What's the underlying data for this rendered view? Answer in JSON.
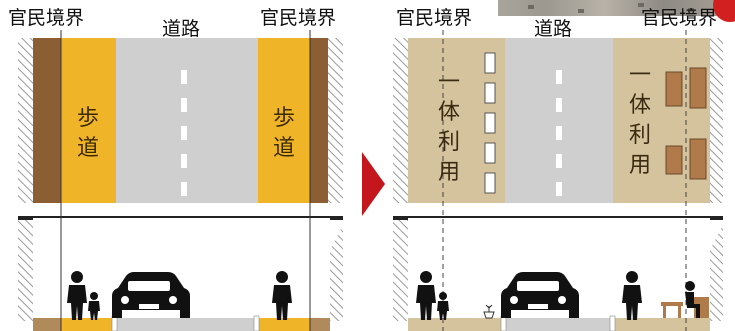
{
  "left_panel": {
    "boundary_label_left": "官民境界",
    "road_label": "道路",
    "boundary_label_right": "官民境界",
    "sidewalk_left": "歩道",
    "sidewalk_right": "歩道"
  },
  "right_panel": {
    "boundary_label_left": "官民境界",
    "road_label": "道路",
    "boundary_label_right": "官民境界",
    "integrated_left": "一体利用",
    "integrated_right": "一体利用"
  },
  "colors": {
    "sidewalk_yellow": "#f0b429",
    "private_brown": "#8b5e34",
    "road_gray": "#cfcfcf",
    "integrated_tan": "#d4c39d",
    "arrow_red": "#c4161c"
  },
  "icons": [
    "pedestrian-adult-icon",
    "pedestrian-child-icon",
    "car-icon",
    "planter-icon",
    "bench-icon",
    "seated-person-icon",
    "arrow-right-icon"
  ]
}
